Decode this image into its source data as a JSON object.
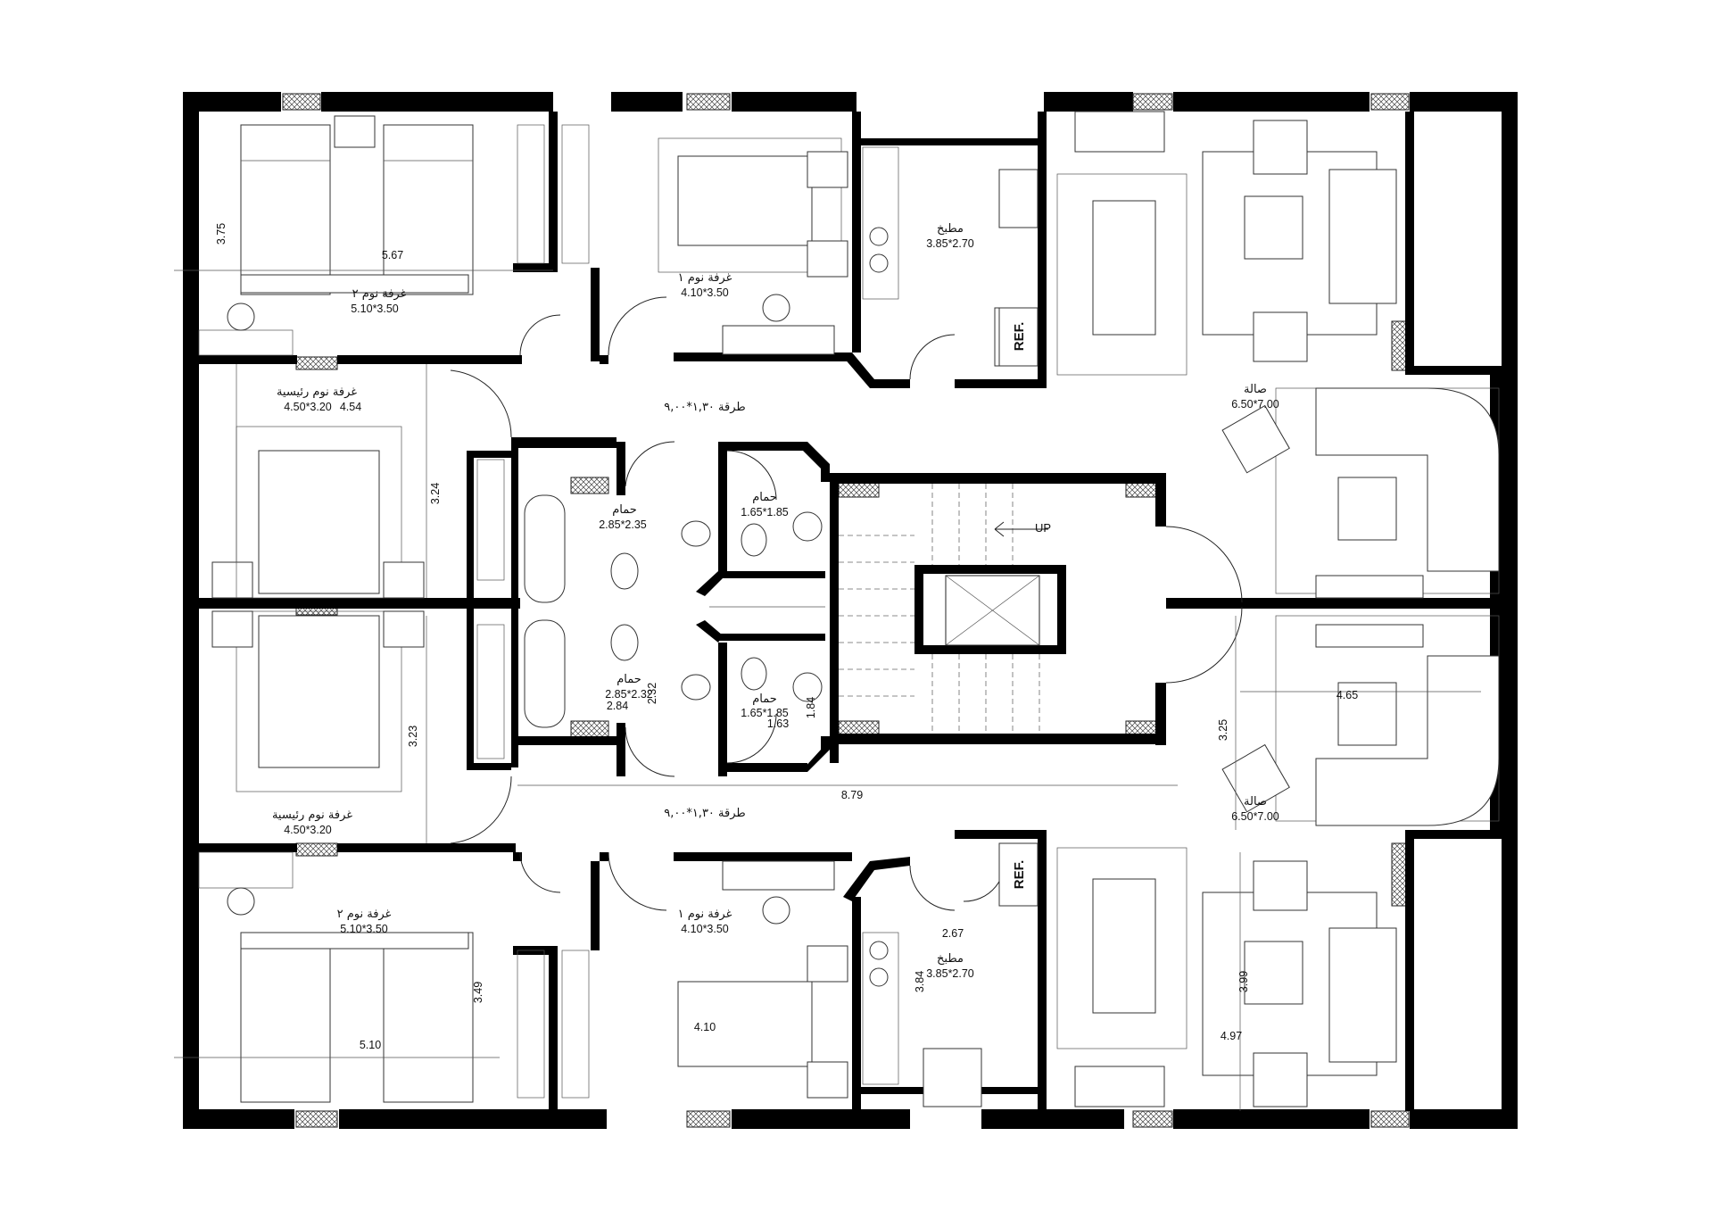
{
  "plan": {
    "rooms": [
      {
        "id": "bed2-top",
        "name": "غرفة نوم ٢",
        "size": "5.10*3.50"
      },
      {
        "id": "bed1-top",
        "name": "غرفة نوم ١",
        "size": "4.10*3.50"
      },
      {
        "id": "kitchen-top",
        "name": "مطبخ",
        "size": "3.85*2.70"
      },
      {
        "id": "master-top",
        "name": "غرفة نوم رئيسية",
        "size": "4.50*3.20"
      },
      {
        "id": "bath-a",
        "name": "حمام",
        "size": "2.85*2.35"
      },
      {
        "id": "bath-b",
        "name": "حمام",
        "size": "1.65*1.85"
      },
      {
        "id": "bath-c",
        "name": "حمام",
        "size": "2.85*2.32"
      },
      {
        "id": "bath-d",
        "name": "حمام",
        "size": "1.65*1.85"
      },
      {
        "id": "living-top",
        "name": "صالة",
        "size": "6.50*7.00"
      },
      {
        "id": "living-bottom",
        "name": "صالة",
        "size": "6.50*7.00"
      },
      {
        "id": "master-bottom",
        "name": "غرفة نوم رئيسية",
        "size": "4.50*3.20"
      },
      {
        "id": "bed2-bottom",
        "name": "غرفة نوم ٢",
        "size": "5.10*3.50"
      },
      {
        "id": "bed1-bottom",
        "name": "غرفة نوم ١",
        "size": "4.10*3.50"
      },
      {
        "id": "kitchen-bottom",
        "name": "مطبخ",
        "size": "3.85*2.70"
      }
    ],
    "corridor_top": "طرقة ١,٣٠*٩,٠٠",
    "corridor_bottom": "طرقة ١,٣٠*٩,٠٠",
    "stair_label": "UP",
    "ref_label": "REF.",
    "dimensions": {
      "d375": "3.75",
      "d567": "5.67",
      "d454": "4.54",
      "d324": "3.24",
      "d323": "3.23",
      "d349": "3.49",
      "d510": "5.10",
      "d410": "4.10",
      "d384": "3.84",
      "d267": "2.67",
      "d284": "2.84",
      "d232": "2.32",
      "d163": "1.63",
      "d184": "1.84",
      "d879": "8.79",
      "d325": "3.25",
      "d465": "4.65",
      "d399": "3.99",
      "d497": "4.97"
    }
  }
}
